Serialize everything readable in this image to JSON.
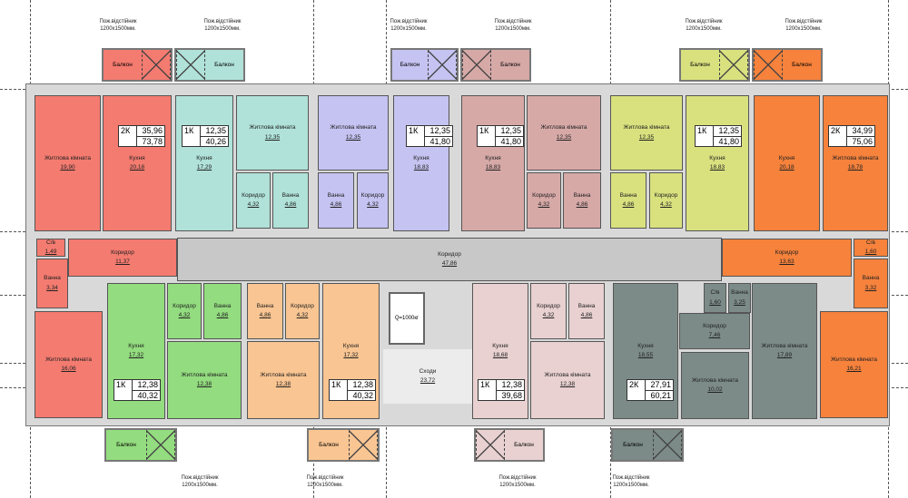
{
  "colors": {
    "red": "#f47b70",
    "teal": "#b0e2d9",
    "lav": "#c5c3f1",
    "pink": "#d6a9a7",
    "yel": "#d9e17f",
    "or": "#f6823c",
    "green": "#93dc7f",
    "peach": "#f9c592",
    "lpink": "#e9d1d1",
    "gray": "#7c8b88",
    "corr": "#c8c8c8",
    "stair": "#ececec"
  },
  "rooms": [
    {
      "name": "Житлова кімната",
      "area": "19,90"
    },
    {
      "name": "Кухня",
      "area": "20,18"
    },
    {
      "name": "Кухня",
      "area": "17,29"
    },
    {
      "name": "Житлова кімната",
      "area": "12,35"
    },
    {
      "name": "Коридор",
      "area": "4,32"
    },
    {
      "name": "Ванна",
      "area": "4,86"
    },
    {
      "name": "Житлова кімната",
      "area": "12,35"
    },
    {
      "name": "Ванна",
      "area": "4,86"
    },
    {
      "name": "Коридор",
      "area": "4,32"
    },
    {
      "name": "Кухня",
      "area": "18,83"
    },
    {
      "name": "Кухня",
      "area": "18,83"
    },
    {
      "name": "Житлова кімната",
      "area": "12,35"
    },
    {
      "name": "Коридор",
      "area": "4,32"
    },
    {
      "name": "Ванна",
      "area": "4,86"
    },
    {
      "name": "Житлова кімната",
      "area": "12,35"
    },
    {
      "name": "Ванна",
      "area": "4,86"
    },
    {
      "name": "Коридор",
      "area": "4,32"
    },
    {
      "name": "Кухня",
      "area": "18,83"
    },
    {
      "name": "Кухня",
      "area": "20,18"
    },
    {
      "name": "Житлова кімната",
      "area": "18,78"
    },
    {
      "name": "С/в",
      "area": "1,49"
    },
    {
      "name": "Коридор",
      "area": "11,37"
    },
    {
      "name": "Ванна",
      "area": "3,34"
    },
    {
      "name": "Коридор",
      "area": "47,86"
    },
    {
      "name": "Коридор",
      "area": "13,63"
    },
    {
      "name": "С/в",
      "area": "1,60"
    },
    {
      "name": "Ванна",
      "area": "3,32"
    },
    {
      "name": "Житлова кімната",
      "area": "16,06"
    },
    {
      "name": "Кухня",
      "area": "17,32"
    },
    {
      "name": "Коридор",
      "area": "4,32"
    },
    {
      "name": "Ванна",
      "area": "4,86"
    },
    {
      "name": "Житлова кімната",
      "area": "12,38"
    },
    {
      "name": "Ванна",
      "area": "4,86"
    },
    {
      "name": "Коридор",
      "area": "4,32"
    },
    {
      "name": "Житлова кімната",
      "area": "12,38"
    },
    {
      "name": "Кухня",
      "area": "17,32"
    },
    {
      "name": "Сходи",
      "area": "23,72"
    },
    {
      "name": "Кухня",
      "area": "18,68"
    },
    {
      "name": "Коридор",
      "area": "4,32"
    },
    {
      "name": "Ванна",
      "area": "4,86"
    },
    {
      "name": "Житлова кімната",
      "area": "12,38"
    },
    {
      "name": "Кухня",
      "area": "18,55"
    },
    {
      "name": "С/в",
      "area": "1,60"
    },
    {
      "name": "Ванна",
      "area": "3,25"
    },
    {
      "name": "Коридор",
      "area": "7,46"
    },
    {
      "name": "Житлова кімната",
      "area": "10,02"
    },
    {
      "name": "Житлова кімната",
      "area": "17,89"
    },
    {
      "name": "Житлова кімната",
      "area": "16,21"
    }
  ],
  "apartments": [
    {
      "type": "2К",
      "living": "35,96",
      "total": "73,78"
    },
    {
      "type": "1К",
      "living": "12,35",
      "total": "40,26"
    },
    {
      "type": "1К",
      "living": "12,35",
      "total": "41,80"
    },
    {
      "type": "1К",
      "living": "12,35",
      "total": "41,80"
    },
    {
      "type": "1К",
      "living": "12,35",
      "total": "41,80"
    },
    {
      "type": "2К",
      "living": "34,99",
      "total": "75,06"
    },
    {
      "type": "1К",
      "living": "12,38",
      "total": "40,32"
    },
    {
      "type": "1К",
      "living": "12,38",
      "total": "40,32"
    },
    {
      "type": "1К",
      "living": "12,38",
      "total": "39,68"
    },
    {
      "type": "2К",
      "living": "27,91",
      "total": "60,21"
    }
  ],
  "balcony_label": "Балкон",
  "fire_refuge": {
    "line1": "Пож.відстійник",
    "line2": "1200х1500мм."
  },
  "lift_label": "Q=1000кг"
}
